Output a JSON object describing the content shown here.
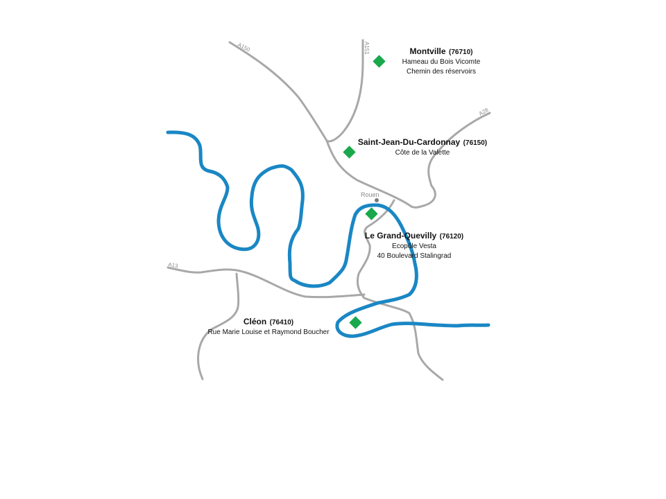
{
  "roads": [
    {
      "id": "a150",
      "label": "A150"
    },
    {
      "id": "a151",
      "label": "A151"
    },
    {
      "id": "a28",
      "label": "A28"
    },
    {
      "id": "a13",
      "label": "A13"
    }
  ],
  "city": {
    "name": "Rouen"
  },
  "sites": [
    {
      "name": "Montville",
      "postcode": "(76710)",
      "lines": [
        "Hameau du Bois Vicomte",
        "Chemin des réservoirs"
      ]
    },
    {
      "name": "Saint-Jean-Du-Cardonnay",
      "postcode": "(76150)",
      "lines": [
        "Côte de la Valette"
      ]
    },
    {
      "name": "Le Grand-Quevilly",
      "postcode": "(76120)",
      "lines": [
        "Ecopôle Vesta",
        "40 Boulevard Stalingrad"
      ]
    },
    {
      "name": "Cléon",
      "postcode": "(76410)",
      "lines": [
        "Rue Marie Louise et Raymond Boucher"
      ]
    }
  ],
  "colors": {
    "river": "#1a87c4",
    "road": "#a8a8a8",
    "marker": "#1aa84c"
  }
}
